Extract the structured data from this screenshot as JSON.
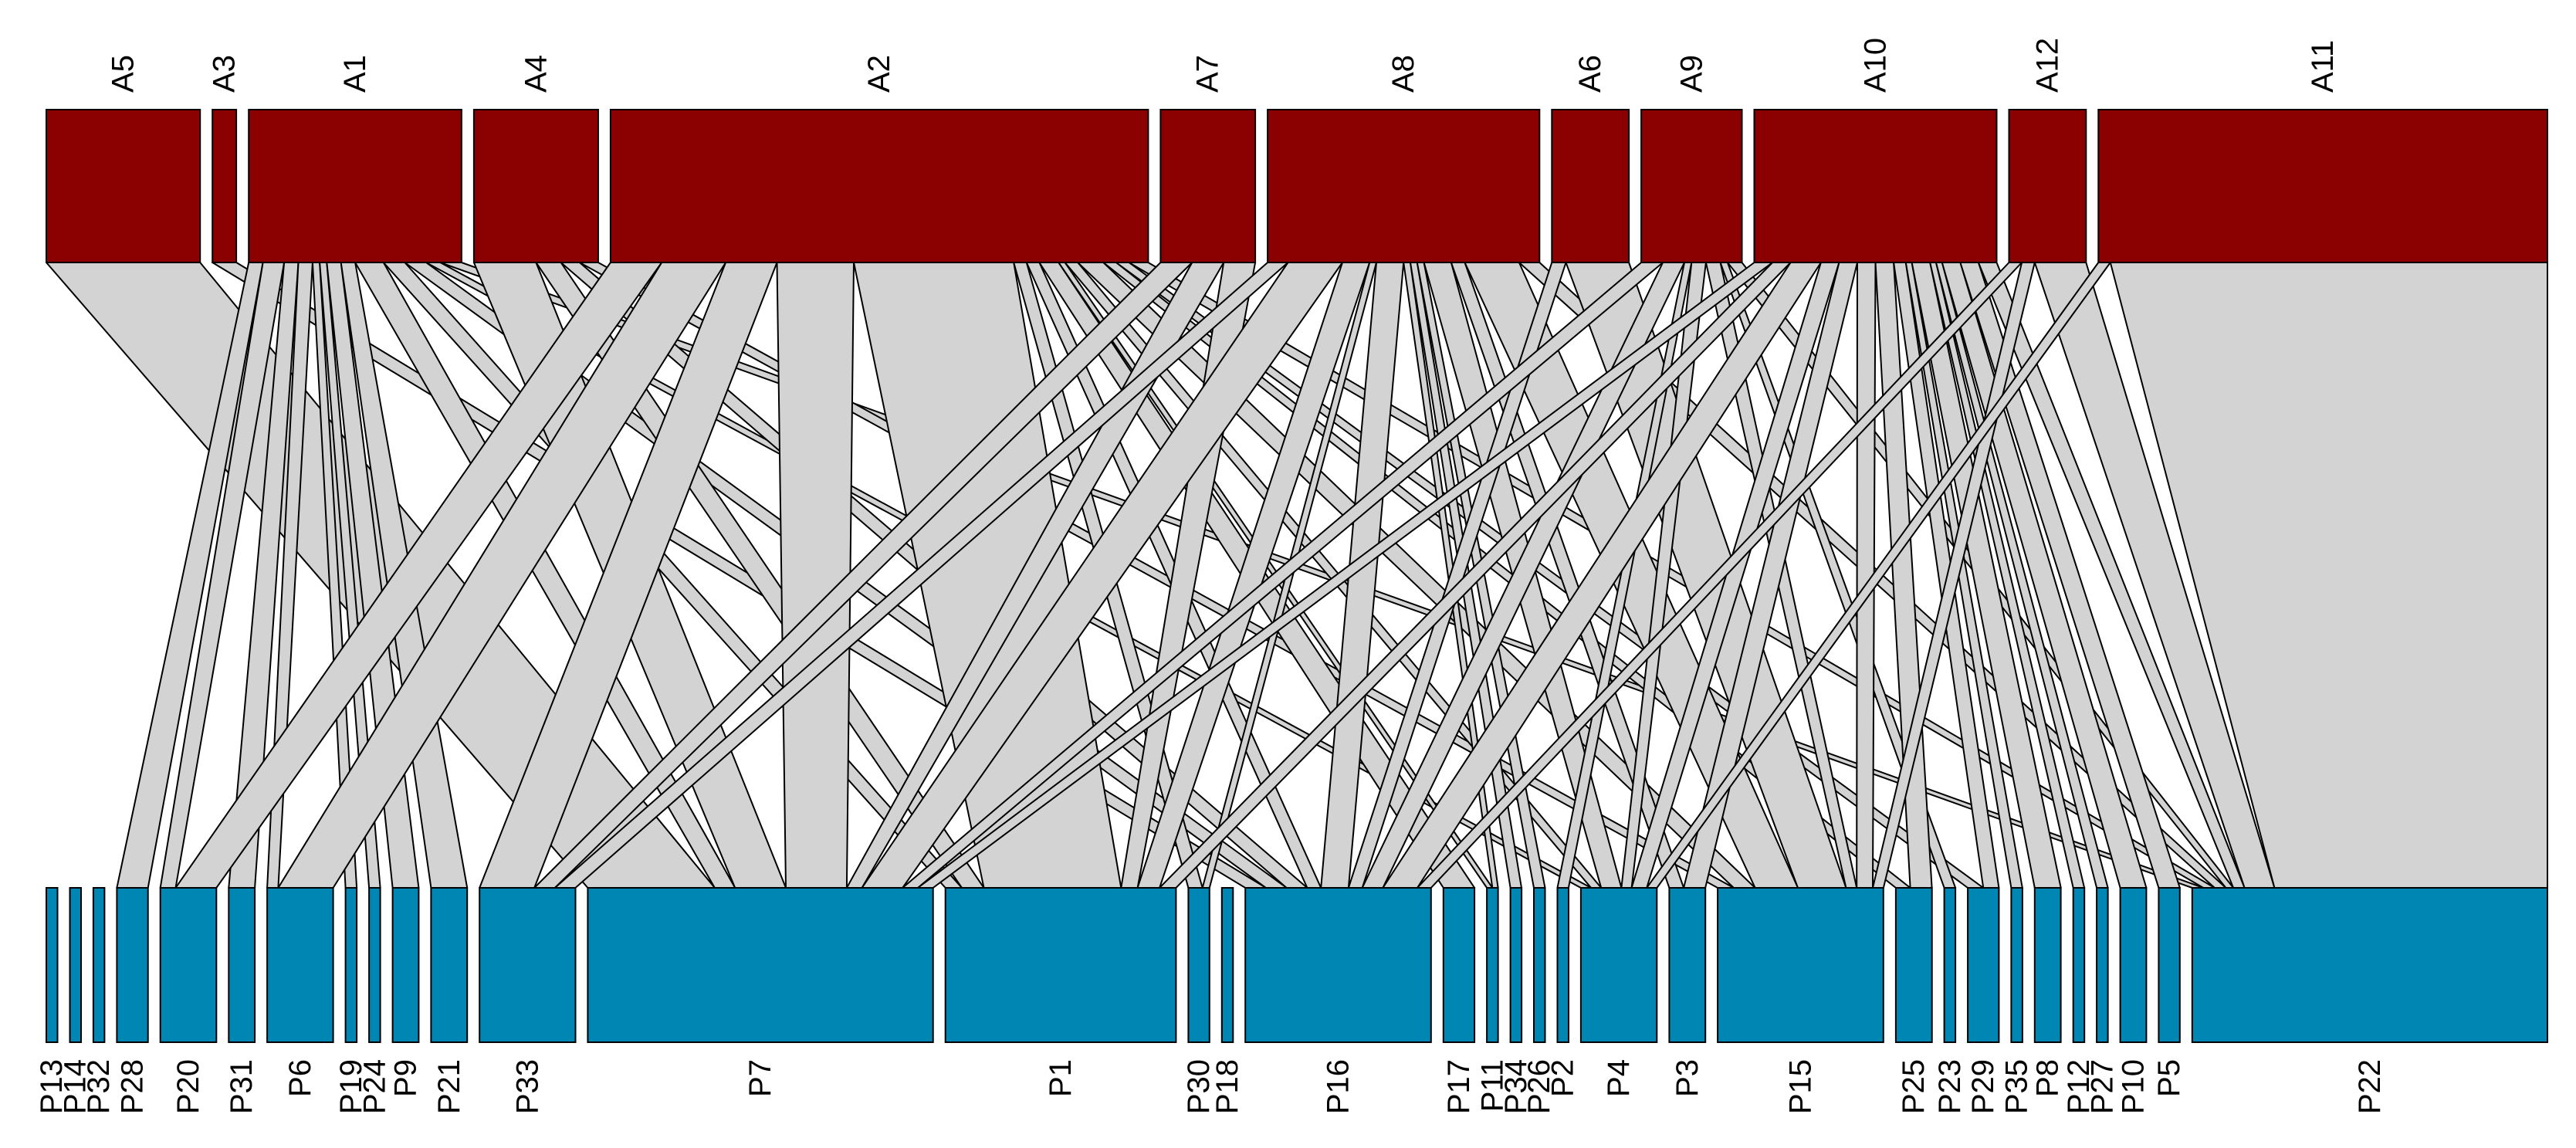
{
  "chart_data": {
    "type": "bipartite-network",
    "colors": {
      "higher": "#8b0000",
      "lower": "#0086b3",
      "link": "#d3d3d3",
      "border": "#000000"
    },
    "higher_nodes": [
      {
        "name": "A5",
        "value": 2.5
      },
      {
        "name": "A3",
        "value": 0.3
      },
      {
        "name": "A1",
        "value": 3.5
      },
      {
        "name": "A4",
        "value": 2
      },
      {
        "name": "A2",
        "value": 9
      },
      {
        "name": "A7",
        "value": 1.5
      },
      {
        "name": "A8",
        "value": 4.5
      },
      {
        "name": "A6",
        "value": 1.2
      },
      {
        "name": "A9",
        "value": 1.6
      },
      {
        "name": "A10",
        "value": 4
      },
      {
        "name": "A12",
        "value": 1.2
      },
      {
        "name": "A11",
        "value": 7.5
      }
    ],
    "lower_nodes": [
      {
        "name": "P13",
        "value": 0.1
      },
      {
        "name": "P14",
        "value": 0.1
      },
      {
        "name": "P32",
        "value": 0.1
      },
      {
        "name": "P28",
        "value": 0.5
      },
      {
        "name": "P20",
        "value": 1
      },
      {
        "name": "P31",
        "value": 0.4
      },
      {
        "name": "P6",
        "value": 1.2
      },
      {
        "name": "P19",
        "value": 0.1
      },
      {
        "name": "P24",
        "value": 0.1
      },
      {
        "name": "P9",
        "value": 0.4
      },
      {
        "name": "P21",
        "value": 0.6
      },
      {
        "name": "P33",
        "value": 1.8
      },
      {
        "name": "P7",
        "value": 6.8
      },
      {
        "name": "P1",
        "value": 4.5
      },
      {
        "name": "P30",
        "value": 0.3
      },
      {
        "name": "P18",
        "value": 0.1
      },
      {
        "name": "P16",
        "value": 3.6
      },
      {
        "name": "P17",
        "value": 0.5
      },
      {
        "name": "P11",
        "value": 0.1
      },
      {
        "name": "P34",
        "value": 0.1
      },
      {
        "name": "P26",
        "value": 0.1
      },
      {
        "name": "P2",
        "value": 0.1
      },
      {
        "name": "P4",
        "value": 1.4
      },
      {
        "name": "P3",
        "value": 0.6
      },
      {
        "name": "P15",
        "value": 3.2
      },
      {
        "name": "P25",
        "value": 0.6
      },
      {
        "name": "P23",
        "value": 0.1
      },
      {
        "name": "P29",
        "value": 0.5
      },
      {
        "name": "P35",
        "value": 0.1
      },
      {
        "name": "P8",
        "value": 0.4
      },
      {
        "name": "P12",
        "value": 0.1
      },
      {
        "name": "P27",
        "value": 0.1
      },
      {
        "name": "P10",
        "value": 0.4
      },
      {
        "name": "P5",
        "value": 0.3
      },
      {
        "name": "P22",
        "value": 7
      }
    ],
    "links": [
      {
        "from": "A5",
        "to": "P7",
        "w": 2.5
      },
      {
        "from": "A3",
        "to": "P16",
        "w": 0.3
      },
      {
        "from": "A1",
        "to": "P28",
        "w": 0.2
      },
      {
        "from": "A1",
        "to": "P20",
        "w": 0.3
      },
      {
        "from": "A1",
        "to": "P31",
        "w": 0.2
      },
      {
        "from": "A1",
        "to": "P6",
        "w": 0.2
      },
      {
        "from": "A1",
        "to": "P19",
        "w": 0.1
      },
      {
        "from": "A1",
        "to": "P24",
        "w": 0.1
      },
      {
        "from": "A1",
        "to": "P9",
        "w": 0.2
      },
      {
        "from": "A1",
        "to": "P21",
        "w": 0.2
      },
      {
        "from": "A1",
        "to": "P7",
        "w": 0.4
      },
      {
        "from": "A1",
        "to": "P1",
        "w": 0.3
      },
      {
        "from": "A1",
        "to": "P16",
        "w": 0.3
      },
      {
        "from": "A1",
        "to": "P4",
        "w": 0.2
      },
      {
        "from": "A1",
        "to": "P22",
        "w": 0.3
      },
      {
        "from": "A4",
        "to": "P7",
        "w": 1
      },
      {
        "from": "A4",
        "to": "P1",
        "w": 0.4
      },
      {
        "from": "A4",
        "to": "P16",
        "w": 0.3
      },
      {
        "from": "A4",
        "to": "P15",
        "w": 0.3
      },
      {
        "from": "A2",
        "to": "P20",
        "w": 0.8
      },
      {
        "from": "A2",
        "to": "P6",
        "w": 1
      },
      {
        "from": "A2",
        "to": "P33",
        "w": 0.8
      },
      {
        "from": "A2",
        "to": "P7",
        "w": 1.2
      },
      {
        "from": "A2",
        "to": "P1",
        "w": 2.5
      },
      {
        "from": "A2",
        "to": "P30",
        "w": 0.2
      },
      {
        "from": "A2",
        "to": "P16",
        "w": 0.2
      },
      {
        "from": "A2",
        "to": "P17",
        "w": 0.3
      },
      {
        "from": "A2",
        "to": "P11",
        "w": 0.1
      },
      {
        "from": "A2",
        "to": "P4",
        "w": 0.2
      },
      {
        "from": "A2",
        "to": "P15",
        "w": 0.4
      },
      {
        "from": "A2",
        "to": "P25",
        "w": 0.2
      },
      {
        "from": "A2",
        "to": "P29",
        "w": 0.2
      },
      {
        "from": "A2",
        "to": "P22",
        "w": 0.3
      },
      {
        "from": "A7",
        "to": "P33",
        "w": 0.3
      },
      {
        "from": "A7",
        "to": "P7",
        "w": 0.3
      },
      {
        "from": "A7",
        "to": "P1",
        "w": 0.3
      },
      {
        "from": "A8",
        "to": "P33",
        "w": 0.3
      },
      {
        "from": "A8",
        "to": "P7",
        "w": 0.8
      },
      {
        "from": "A8",
        "to": "P1",
        "w": 0.4
      },
      {
        "from": "A8",
        "to": "P30",
        "w": 0.1
      },
      {
        "from": "A8",
        "to": "P16",
        "w": 0.4
      },
      {
        "from": "A8",
        "to": "P11",
        "w": 0.1
      },
      {
        "from": "A8",
        "to": "P34",
        "w": 0.1
      },
      {
        "from": "A8",
        "to": "P26",
        "w": 0.1
      },
      {
        "from": "A8",
        "to": "P4",
        "w": 0.4
      },
      {
        "from": "A8",
        "to": "P3",
        "w": 0.2
      },
      {
        "from": "A8",
        "to": "P15",
        "w": 0.8
      },
      {
        "from": "A8",
        "to": "P22",
        "w": 0.3
      },
      {
        "from": "A6",
        "to": "P16",
        "w": 0.2
      },
      {
        "from": "A6",
        "to": "P15",
        "w": 0.9
      },
      {
        "from": "A9",
        "to": "P7",
        "w": 0.3
      },
      {
        "from": "A9",
        "to": "P16",
        "w": 0.3
      },
      {
        "from": "A9",
        "to": "P2",
        "w": 0.1
      },
      {
        "from": "A9",
        "to": "P4",
        "w": 0.2
      },
      {
        "from": "A9",
        "to": "P15",
        "w": 0.2
      },
      {
        "from": "A9",
        "to": "P23",
        "w": 0.1
      },
      {
        "from": "A9",
        "to": "P22",
        "w": 0.2
      },
      {
        "from": "A10",
        "to": "P7",
        "w": 0.3
      },
      {
        "from": "A10",
        "to": "P1",
        "w": 0.3
      },
      {
        "from": "A10",
        "to": "P16",
        "w": 0.5
      },
      {
        "from": "A10",
        "to": "P4",
        "w": 0.3
      },
      {
        "from": "A10",
        "to": "P3",
        "w": 0.3
      },
      {
        "from": "A10",
        "to": "P15",
        "w": 0.3
      },
      {
        "from": "A10",
        "to": "P25",
        "w": 0.3
      },
      {
        "from": "A10",
        "to": "P29",
        "w": 0.2
      },
      {
        "from": "A10",
        "to": "P35",
        "w": 0.1
      },
      {
        "from": "A10",
        "to": "P8",
        "w": 0.3
      },
      {
        "from": "A10",
        "to": "P12",
        "w": 0.1
      },
      {
        "from": "A10",
        "to": "P27",
        "w": 0.1
      },
      {
        "from": "A10",
        "to": "P10",
        "w": 0.3
      },
      {
        "from": "A10",
        "to": "P5",
        "w": 0.3
      },
      {
        "from": "A10",
        "to": "P22",
        "w": 0.3
      },
      {
        "from": "A12",
        "to": "P16",
        "w": 0.2
      },
      {
        "from": "A12",
        "to": "P15",
        "w": 0.2
      },
      {
        "from": "A12",
        "to": "P22",
        "w": 0.8
      },
      {
        "from": "A11",
        "to": "P4",
        "w": 0.2
      },
      {
        "from": "A11",
        "to": "P22",
        "w": 7.3
      }
    ]
  }
}
